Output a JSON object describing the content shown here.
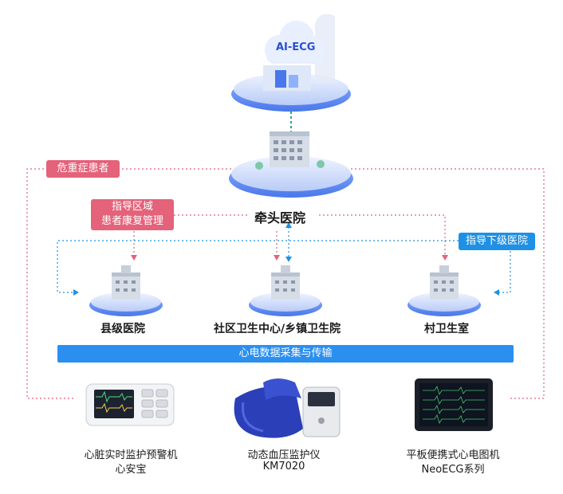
{
  "cloud": {
    "label": "AI-ECG"
  },
  "lead_hospital": {
    "label": "牵头医院"
  },
  "tags": {
    "critical": "危重症患者",
    "guide_region_1": "指导区域",
    "guide_region_2": "患者康复管理",
    "guide_lower": "指导下级医院"
  },
  "hospitals": [
    {
      "label": "县级医院"
    },
    {
      "label": "社区卫生中心/乡镇卫生院"
    },
    {
      "label": "村卫生室"
    }
  ],
  "banner": {
    "label": "心电数据采集与传输"
  },
  "devices": [
    {
      "line1": "心脏实时监护预警机",
      "line2": "心安宝"
    },
    {
      "line1": "动态血压监护仪",
      "line2": "KM7020"
    },
    {
      "line1": "平板便携式心电图机",
      "line2": "NeoECG系列"
    }
  ],
  "colors": {
    "blue": "#1e90e6",
    "red": "#e4627a",
    "platform": "#7fa6f0",
    "building": "#d7dde6"
  }
}
